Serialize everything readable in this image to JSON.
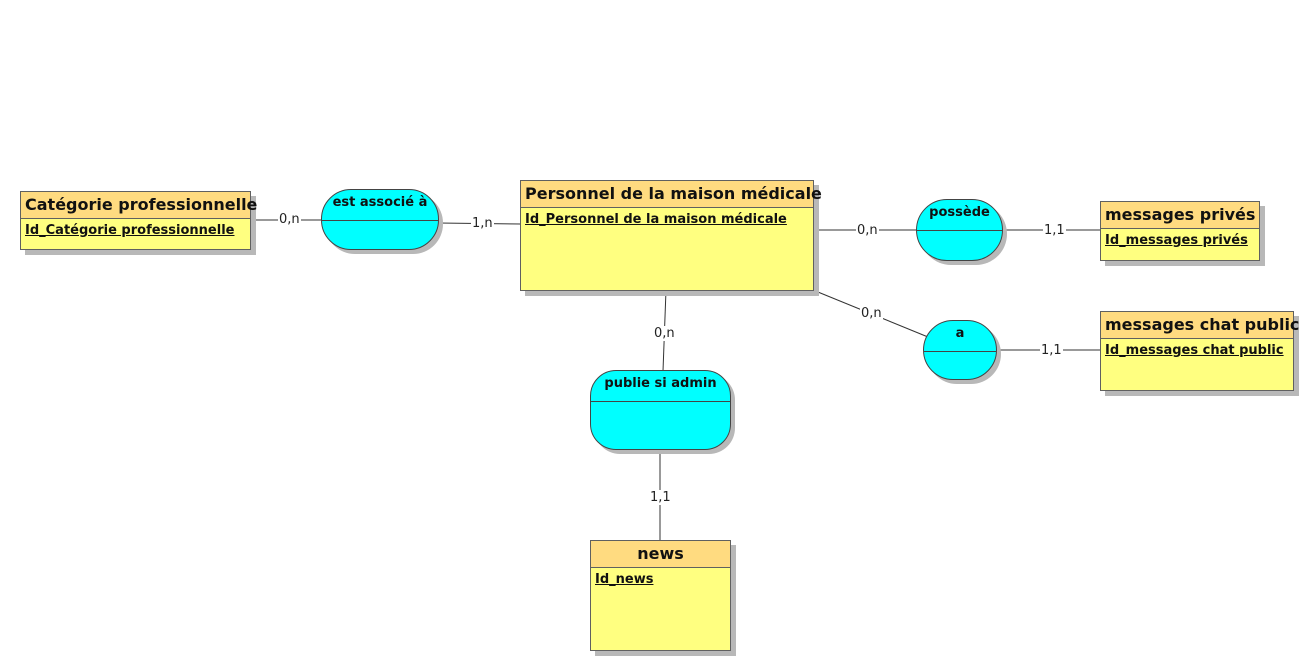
{
  "entities": {
    "categorie": {
      "title": "Catégorie professionnelle",
      "id": "Id_Catégorie professionnelle"
    },
    "personnel": {
      "title": "Personnel de la maison médicale",
      "id": "Id_Personnel de la maison médicale"
    },
    "messages_prives": {
      "title": "messages privés",
      "id": "Id_messages privés"
    },
    "messages_chat": {
      "title": "messages chat public",
      "id": "Id_messages chat public"
    },
    "news": {
      "title": "news",
      "id": "Id_news"
    }
  },
  "associations": {
    "est_associe": "est associé à",
    "possede": "possède",
    "a": "a",
    "publie": "publie si admin"
  },
  "cardinalities": {
    "categorie_est_associe": "0,n",
    "est_associe_personnel": "1,n",
    "personnel_possede": "0,n",
    "possede_messages_prives": "1,1",
    "personnel_a": "0,n",
    "a_messages_chat": "1,1",
    "personnel_publie": "0,n",
    "publie_news": "1,1"
  },
  "colors": {
    "entity_body": "#ffff80",
    "entity_header": "#ffdb80",
    "association": "#00ffff"
  }
}
